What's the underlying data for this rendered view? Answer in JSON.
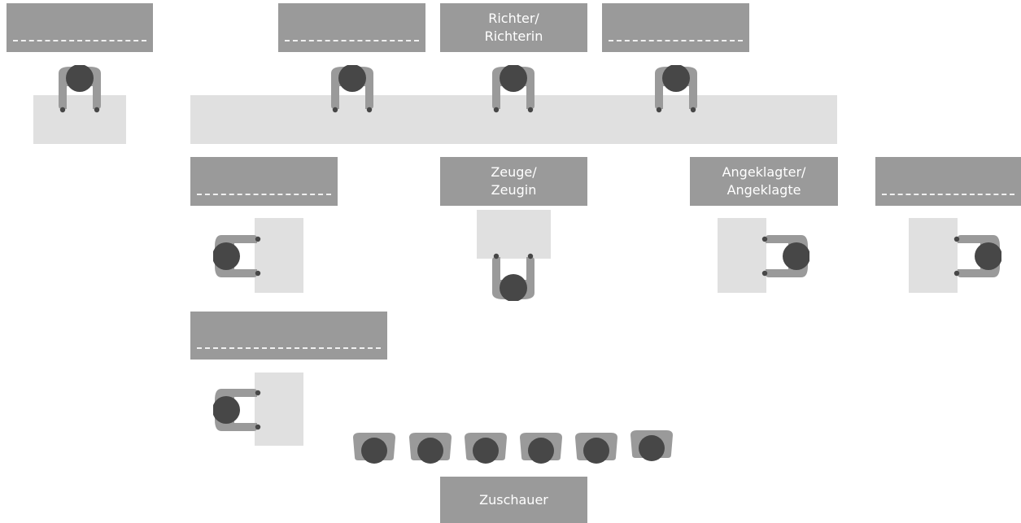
{
  "labels": {
    "judge": "Richter/\nRichterin",
    "witness": "Zeuge/\nZeugin",
    "defendant": "Angeklagter/\nAngeklagte",
    "audience": "Zuschauer"
  },
  "blank_labels": [
    "protocol",
    "assessor-left",
    "assessor-right",
    "prosecution",
    "right-far",
    "defense"
  ],
  "colors": {
    "label_bg": "#9a9a9a",
    "table": "#e0e0e0",
    "body": "#9a9a9a",
    "head": "#474747"
  }
}
